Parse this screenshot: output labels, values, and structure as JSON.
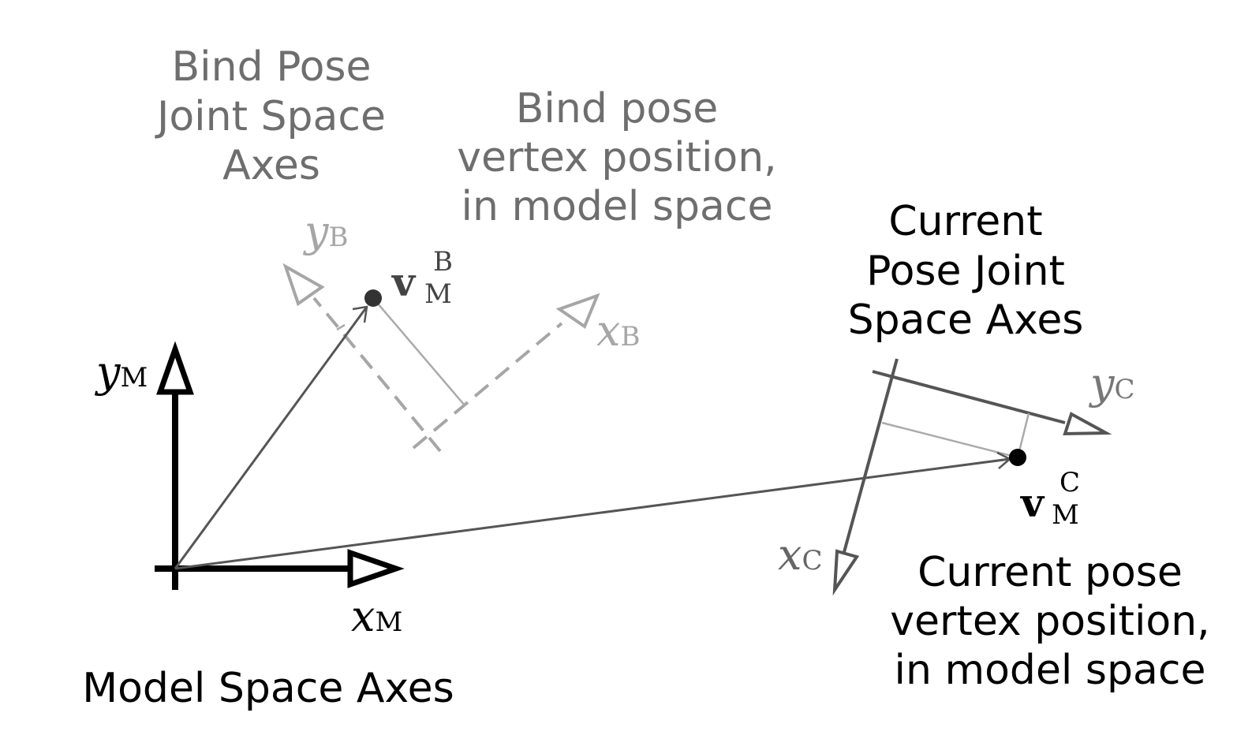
{
  "labels": {
    "model_space_axes": "Model Space Axes",
    "bind_pose_joint_axes": [
      "Bind Pose",
      "Joint Space",
      "Axes"
    ],
    "bind_pose_vertex": [
      "Bind pose",
      "vertex position,",
      "in model space"
    ],
    "current_pose_joint_axes": [
      "Current",
      "Pose Joint",
      "Space Axes"
    ],
    "current_pose_vertex": [
      "Current pose",
      "vertex position,",
      "in model space"
    ]
  },
  "axes": {
    "model": {
      "x_var": "x",
      "x_sub": "M",
      "y_var": "y",
      "y_sub": "M"
    },
    "bind": {
      "x_var": "x",
      "x_sub": "B",
      "y_var": "y",
      "y_sub": "B"
    },
    "current": {
      "x_var": "x",
      "x_sub": "C",
      "y_var": "y",
      "y_sub": "C"
    }
  },
  "vectors": {
    "bind": {
      "symbol": "v",
      "sub": "M",
      "sup": "B"
    },
    "current": {
      "symbol": "v",
      "sub": "M",
      "sup": "C"
    }
  },
  "colors": {
    "model_axes": "#000000",
    "bind_axes": "#a6a6a6",
    "bind_text": "#6e6e6e",
    "current_axes": "#555555",
    "vector_lines": "#555555",
    "projection_lines": "#aaaaaa",
    "bind_point": "#333333",
    "current_point": "#000000"
  }
}
